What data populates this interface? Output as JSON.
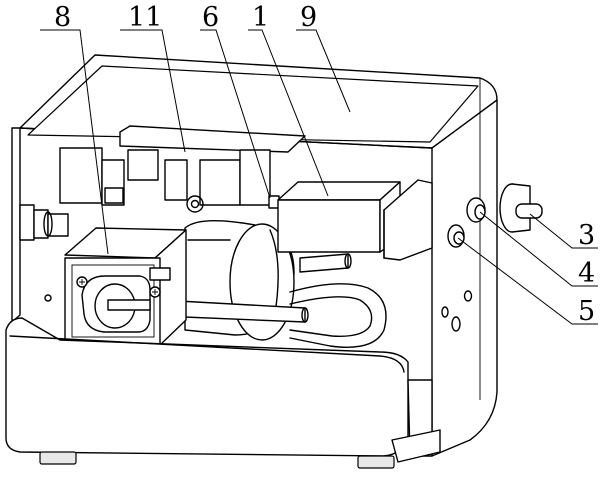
{
  "labels": [
    {
      "id": "p8",
      "text": "8"
    },
    {
      "id": "p11",
      "text": "11"
    },
    {
      "id": "p6",
      "text": "6"
    },
    {
      "id": "p1",
      "text": "1"
    },
    {
      "id": "p9",
      "text": "9"
    },
    {
      "id": "p3",
      "text": "3"
    },
    {
      "id": "p4",
      "text": "4"
    },
    {
      "id": "p5",
      "text": "5"
    }
  ],
  "colors": {
    "line": "#000000",
    "background": "#ffffff"
  }
}
